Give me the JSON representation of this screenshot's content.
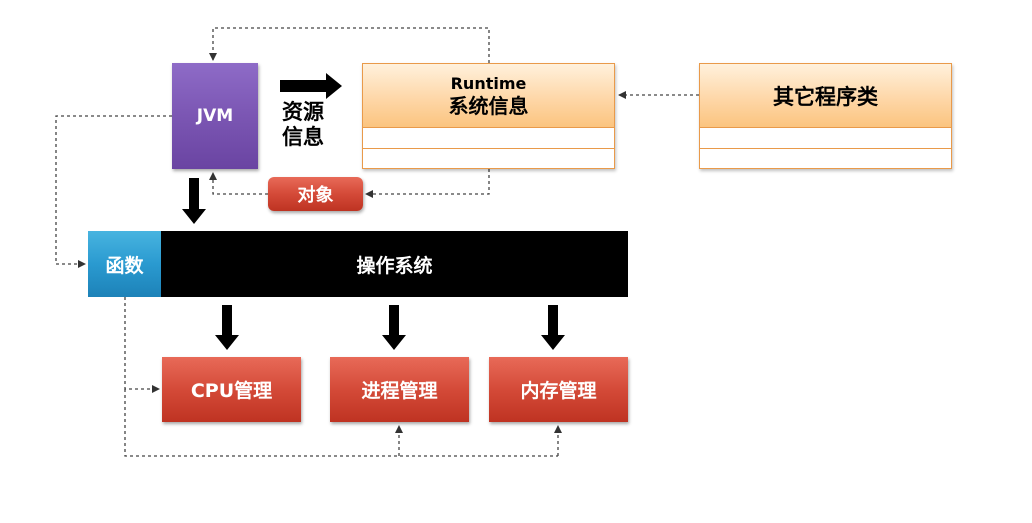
{
  "jvm": {
    "label": "JVM"
  },
  "resource_info": {
    "line1": "资源",
    "line2": "信息"
  },
  "runtime": {
    "title": "Runtime",
    "subtitle": "系统信息"
  },
  "other_class": {
    "title": "其它程序类"
  },
  "object": {
    "label": "对象"
  },
  "function": {
    "label": "函数"
  },
  "os": {
    "label": "操作系统"
  },
  "managers": {
    "cpu": "CPU管理",
    "process": "进程管理",
    "memory": "内存管理"
  }
}
